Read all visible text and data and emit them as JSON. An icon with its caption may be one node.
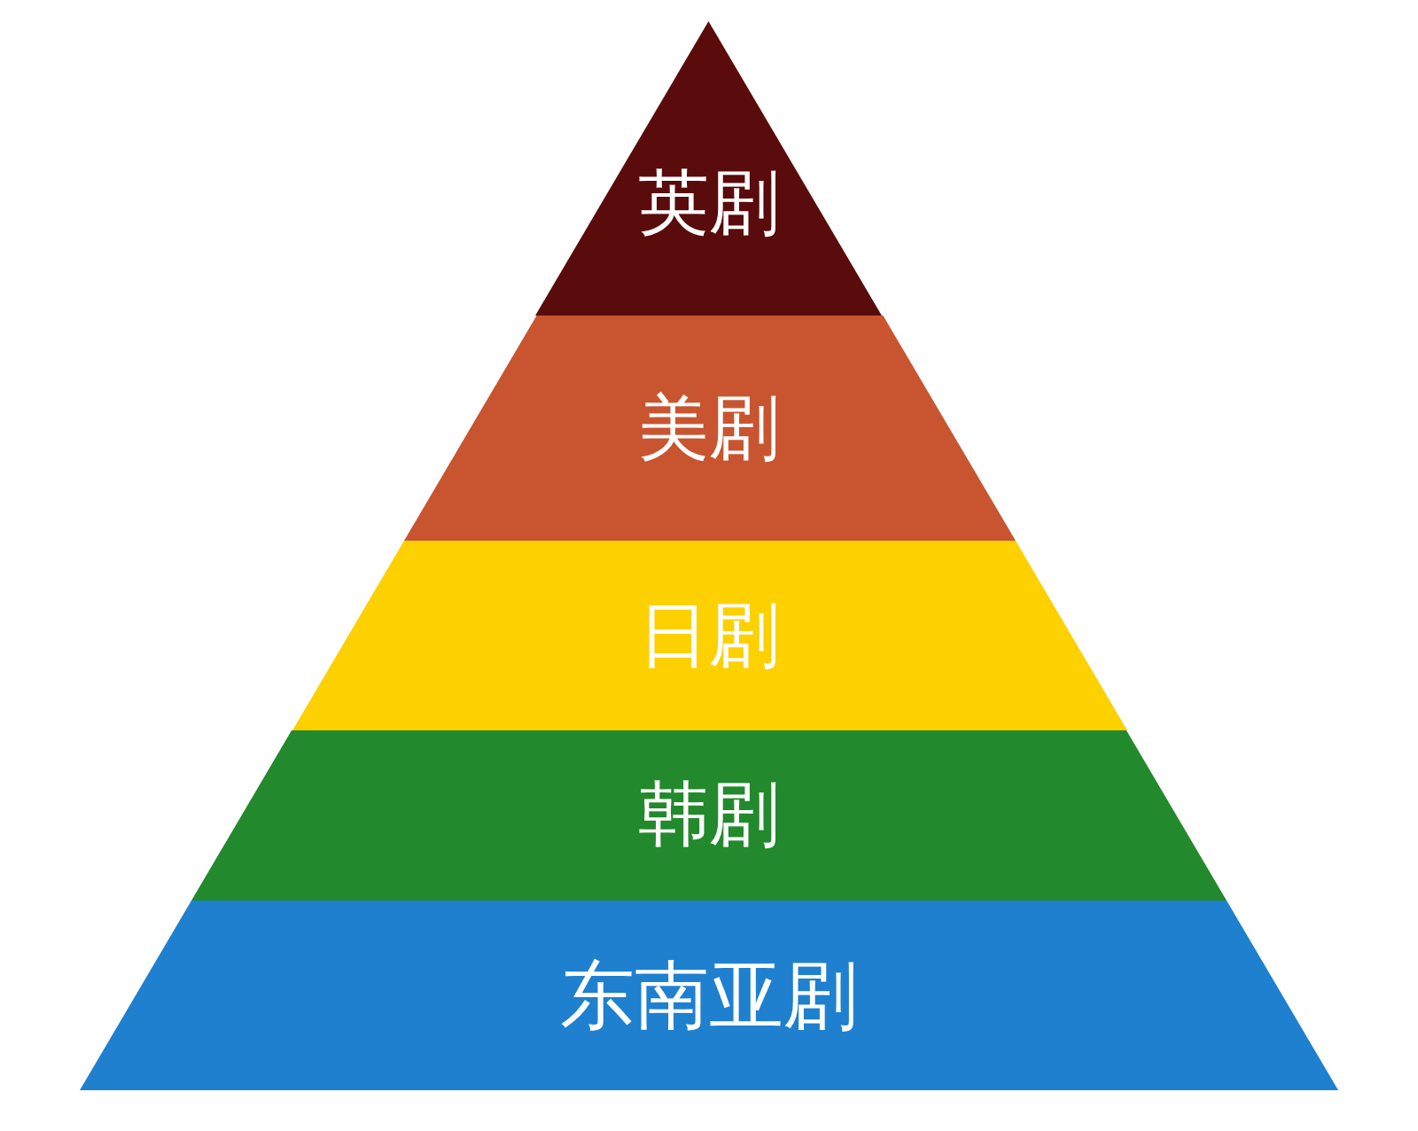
{
  "diagram": {
    "nodes": [
      {
        "text": [
          "英剧"
        ]
      },
      {
        "text": [
          "美剧"
        ]
      },
      {
        "text": [
          "日剧"
        ]
      },
      {
        "text": [
          "韩剧"
        ]
      },
      {
        "text": [
          "东南亚剧"
        ]
      }
    ]
  }
}
